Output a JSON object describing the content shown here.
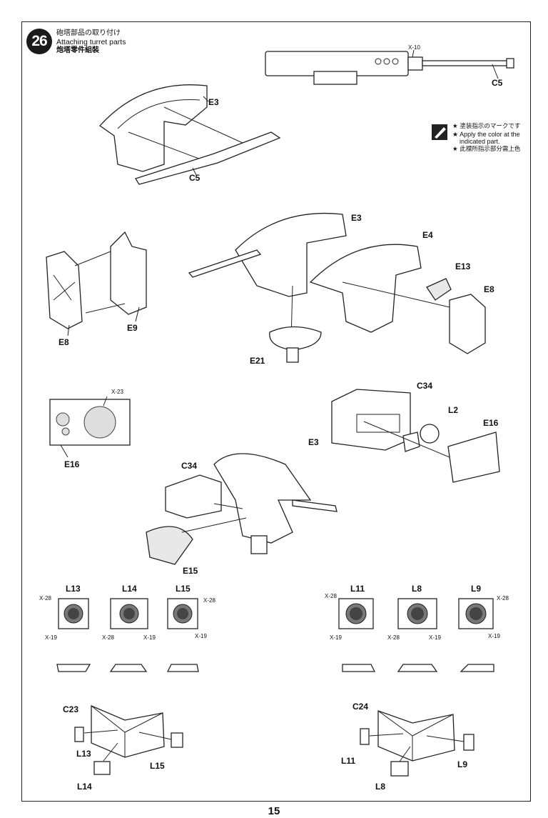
{
  "step": {
    "number": "26",
    "title_jp": "砲塔部品の取り付け",
    "title_en": "Attaching turret parts",
    "title_zh": "炮塔零件組裝"
  },
  "paint_note": {
    "line_jp": "★ 塗装指示のマークです",
    "line_en1": "★ Apply the color at the",
    "line_en2": "indicated part.",
    "line_zh": "★ 此標所指示部分需上色"
  },
  "labels": {
    "x10": "X-10",
    "c5_top": "C5",
    "e3_a": "E3",
    "c5_a": "C5",
    "e3_b": "E3",
    "e4": "E4",
    "e13": "E13",
    "e8_r": "E8",
    "e8_l": "E8",
    "e9": "E9",
    "e21": "E21",
    "x23": "X-23",
    "e16_l": "E16",
    "c34_r": "C34",
    "l2": "L2",
    "e16_r": "E16",
    "e3_c": "E3",
    "c34_c": "C34",
    "e15": "E15"
  },
  "lights": [
    {
      "name": "L13",
      "codes": [
        "X-28",
        "X-19"
      ]
    },
    {
      "name": "L14",
      "codes": [
        "X-28",
        "X-19"
      ]
    },
    {
      "name": "L15",
      "codes": [
        "X-28",
        "X-19"
      ]
    },
    {
      "name": "L11",
      "codes": [
        "X-28",
        "X-19"
      ]
    },
    {
      "name": "L8",
      "codes": [
        "X-28",
        "X-19"
      ]
    },
    {
      "name": "L9",
      "codes": [
        "X-28",
        "X-19"
      ]
    }
  ],
  "assembly_left": {
    "base": "C23",
    "parts": [
      "L13",
      "L15",
      "L14"
    ]
  },
  "assembly_right": {
    "base": "C24",
    "parts": [
      "L11",
      "L9",
      "L8"
    ]
  },
  "page_number": "15"
}
